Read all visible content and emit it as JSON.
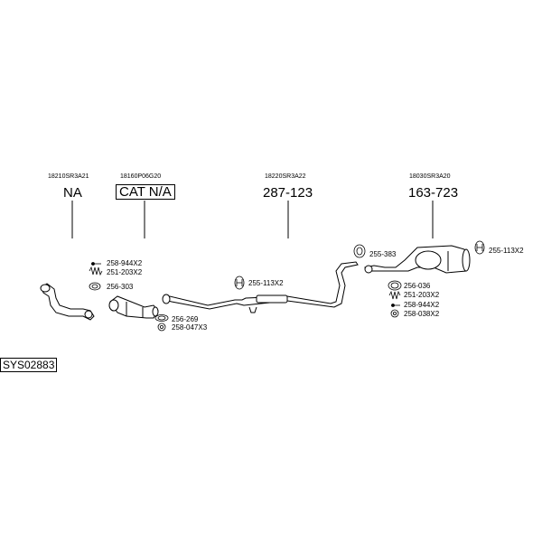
{
  "system_code": "SYS02883",
  "sections": [
    {
      "oem": "18210SR3A21",
      "number": "NA"
    },
    {
      "oem": "18160P06G20",
      "number": "CAT N/A"
    },
    {
      "oem": "18220SR3A22",
      "number": "287-123"
    },
    {
      "oem": "18030SR3A20",
      "number": "163-723"
    }
  ],
  "parts": {
    "front_bolts": "258-944X2",
    "front_springs": "251-203X2",
    "front_gasket": "256-303",
    "cat_gasket": "256-269",
    "cat_nuts": "258-047X3",
    "mid_hanger": "255-113X2",
    "rear_ring": "255-383",
    "rear_hanger": "255-113X2",
    "rear_gasket": "256-036",
    "rear_springs": "251-203X2",
    "rear_bolts": "258-944X2",
    "rear_nuts": "258-038X2"
  }
}
